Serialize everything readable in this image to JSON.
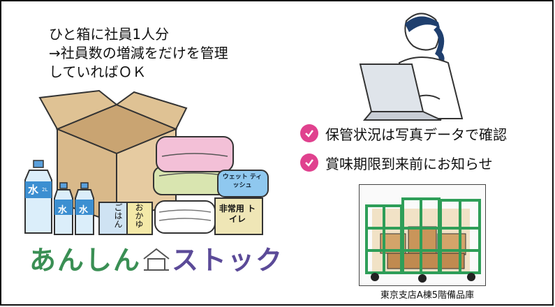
{
  "intro": {
    "lines": [
      "ひと箱に社員1人分",
      "→社員数の増減をだけを管理",
      "していればＯＫ"
    ]
  },
  "checklist": [
    {
      "text": "保管状況は写真データで確認"
    },
    {
      "text": "賞味期限到来前にお知らせ"
    }
  ],
  "logo": {
    "left": "あんしん",
    "right": "ストック"
  },
  "product_labels": {
    "water_big": "水",
    "water_big_size": "2L",
    "water_small_1": "水",
    "water_small_2": "水",
    "rice": "ごはん",
    "porridge": "おかゆ",
    "wet_tissue": "ウェット ティッシュ",
    "toilet": "非常用 トイレ"
  },
  "warehouse": {
    "caption": "東京支店A棟5階備品庫"
  },
  "colors": {
    "check": "#e0418e",
    "logo_green": "#3a8f54",
    "logo_purple": "#5b4a98",
    "box": "#d9b98a",
    "cart": "#2e9e58"
  }
}
